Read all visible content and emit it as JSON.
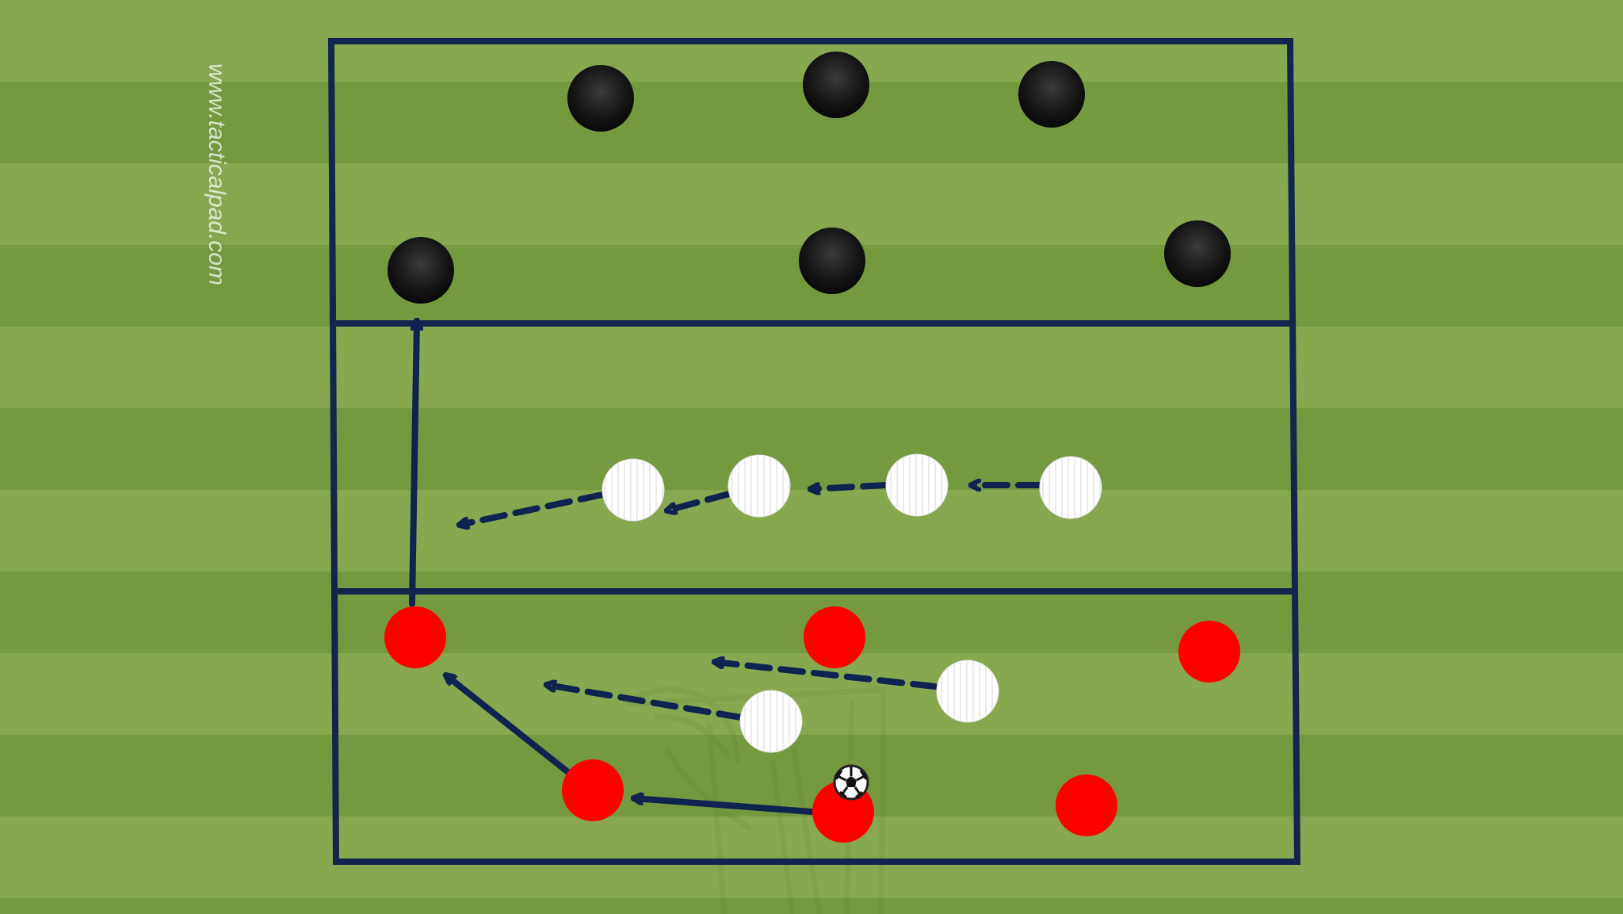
{
  "watermark": {
    "text": "www.tacticalpad.com"
  },
  "colors": {
    "stripe_light": "#87a84f",
    "stripe_dark": "#75993f",
    "lines": "#13254f",
    "red_player": "#ff0000",
    "black_player": "#111111",
    "white_player": "#ffffff",
    "arrow": "#0f2350"
  },
  "diagram": {
    "zones": [
      "top-zone",
      "middle-zone",
      "bottom-zone"
    ],
    "players": {
      "black": 6,
      "white": 6,
      "red": 6
    },
    "ball": {
      "icon": "soccer-ball-icon",
      "holder": "red-player-bottom-center"
    },
    "movement_types": [
      "pass",
      "run"
    ]
  }
}
